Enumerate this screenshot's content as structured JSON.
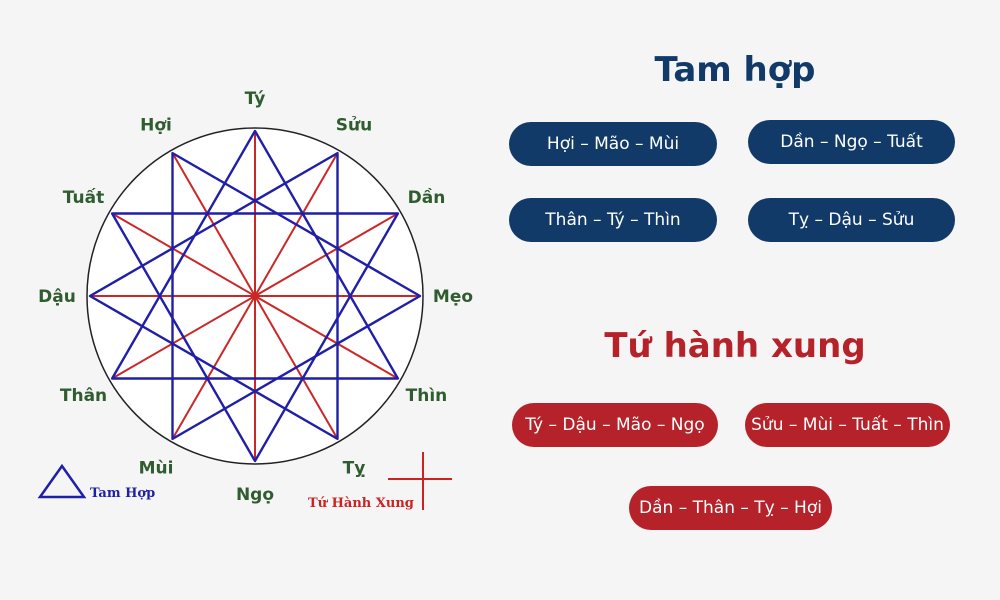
{
  "colors": {
    "tam_hop": "#1f1fa8",
    "tu_hanh_xung": "#cc2727",
    "branch_label": "#2f5d2f",
    "navy": "#123a68",
    "crimson": "#b5222a",
    "legend_red": "#cc2222"
  },
  "diagram": {
    "branches": [
      "Tý",
      "Sửu",
      "Dần",
      "Mẹo",
      "Thìn",
      "Tỵ",
      "Ngọ",
      "Mùi",
      "Thân",
      "Dậu",
      "Tuất",
      "Hợi"
    ],
    "tam_hop_triangles": [
      [
        0,
        4,
        8
      ],
      [
        1,
        5,
        9
      ],
      [
        2,
        6,
        10
      ],
      [
        3,
        7,
        11
      ]
    ],
    "tu_hanh_xung_squares": [
      [
        0,
        3,
        6,
        9
      ],
      [
        1,
        4,
        7,
        10
      ],
      [
        2,
        5,
        8,
        11
      ]
    ],
    "legend": {
      "tam_hop_label": "Tam Hợp",
      "tu_hanh_xung_label": "Tứ Hành Xung"
    }
  },
  "tam_hop": {
    "heading": "Tam hợp",
    "groups": [
      "Hợi – Mão – Mùi",
      "Dần – Ngọ – Tuất",
      "Thân – Tý – Thìn",
      "Tỵ – Dậu – Sửu"
    ]
  },
  "tu_hanh_xung": {
    "heading": "Tứ hành xung",
    "groups": [
      "Tý – Dậu – Mão – Ngọ",
      "Sửu – Mùi – Tuất – Thìn",
      "Dần – Thân – Tỵ – Hợi"
    ]
  }
}
